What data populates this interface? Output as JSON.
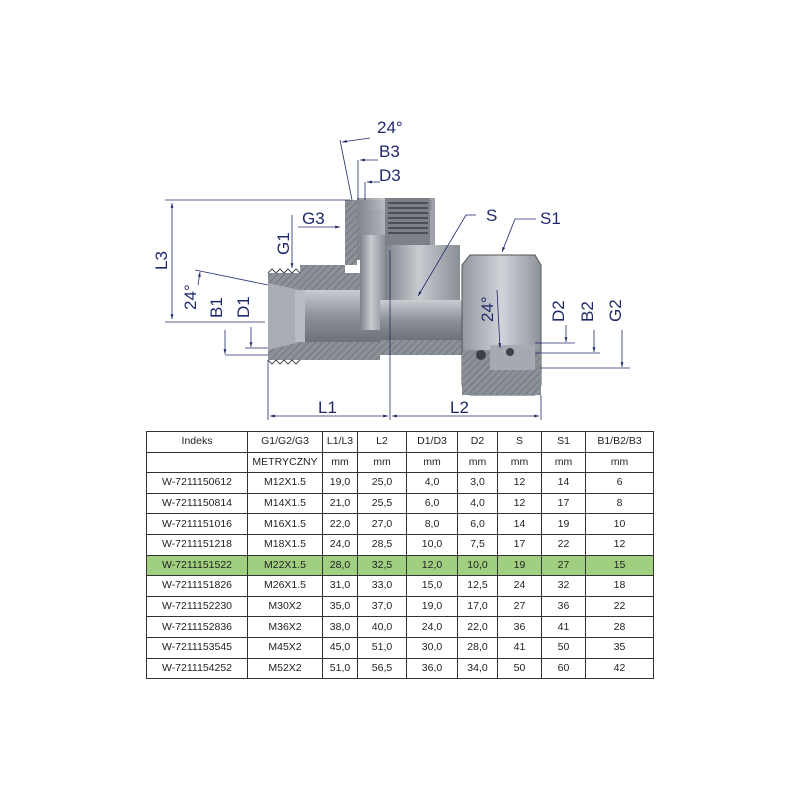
{
  "drawing": {
    "labels": {
      "angle_top": "24°",
      "b3": "B3",
      "d3": "D3",
      "g3": "G3",
      "g1": "G1",
      "l3": "L3",
      "angle_left": "24°",
      "b1": "B1",
      "d1": "D1",
      "s": "S",
      "s1": "S1",
      "angle_right": "24°",
      "d2": "D2",
      "b2": "B2",
      "g2": "G2",
      "l1": "L1",
      "l2": "L2"
    },
    "colors": {
      "dimension": "#1f2a6b",
      "body": "#9ea3aa",
      "highlight_row": "#9fcf7f"
    }
  },
  "table": {
    "headers": [
      "Indeks",
      "G1/G2/G3",
      "L1/L3",
      "L2",
      "D1/D3",
      "D2",
      "S",
      "S1",
      "B1/B2/B3"
    ],
    "units": [
      "",
      "METRYCZNY",
      "mm",
      "mm",
      "mm",
      "mm",
      "mm",
      "mm",
      "mm"
    ],
    "highlighted_index": 4,
    "rows": [
      [
        "W-7211150612",
        "M12X1.5",
        "19,0",
        "25,0",
        "4,0",
        "3,0",
        "12",
        "14",
        "6"
      ],
      [
        "W-7211150814",
        "M14X1.5",
        "21,0",
        "25,5",
        "6,0",
        "4,0",
        "12",
        "17",
        "8"
      ],
      [
        "W-7211151016",
        "M16X1.5",
        "22,0",
        "27,0",
        "8,0",
        "6,0",
        "14",
        "19",
        "10"
      ],
      [
        "W-7211151218",
        "M18X1.5",
        "24,0",
        "28,5",
        "10,0",
        "7,5",
        "17",
        "22",
        "12"
      ],
      [
        "W-7211151522",
        "M22X1.5",
        "28,0",
        "32,5",
        "12,0",
        "10,0",
        "19",
        "27",
        "15"
      ],
      [
        "W-7211151826",
        "M26X1.5",
        "31,0",
        "33,0",
        "15,0",
        "12,5",
        "24",
        "32",
        "18"
      ],
      [
        "W-7211152230",
        "M30X2",
        "35,0",
        "37,0",
        "19,0",
        "17,0",
        "27",
        "36",
        "22"
      ],
      [
        "W-7211152836",
        "M36X2",
        "38,0",
        "40,0",
        "24,0",
        "22,0",
        "36",
        "41",
        "28"
      ],
      [
        "W-7211153545",
        "M45X2",
        "45,0",
        "51,0",
        "30,0",
        "28,0",
        "41",
        "50",
        "35"
      ],
      [
        "W-7211154252",
        "M52X2",
        "51,0",
        "56,5",
        "36,0",
        "34,0",
        "50",
        "60",
        "42"
      ]
    ]
  }
}
